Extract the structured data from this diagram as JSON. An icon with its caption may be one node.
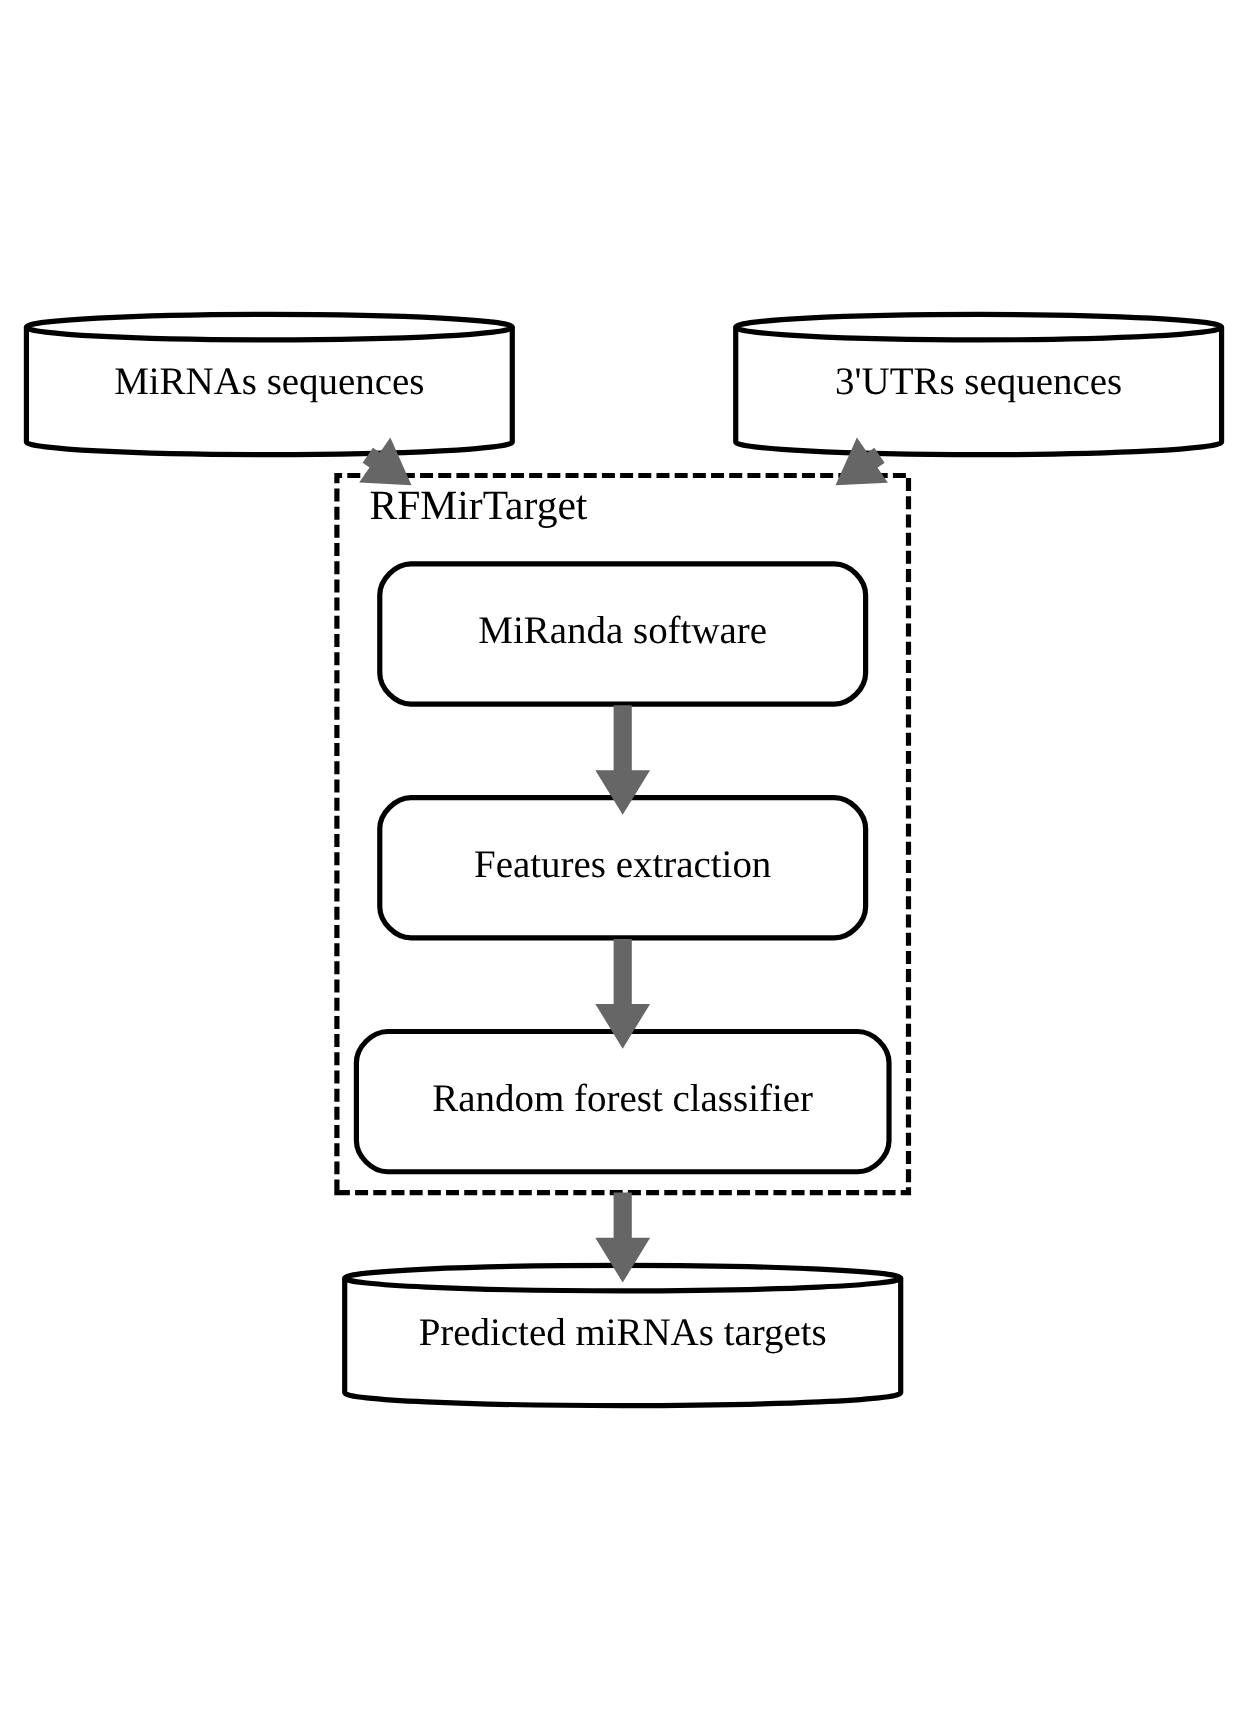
{
  "diagram": {
    "nodes": [
      {
        "text": [
          "MiRNAs sequences"
        ]
      },
      {
        "text": [
          "3'UTRs sequences"
        ]
      },
      {
        "text": [
          "RFMirTarget"
        ]
      },
      {
        "text": [
          "MiRanda software"
        ],
        "in": 2
      },
      {
        "text": [
          "Features extraction"
        ],
        "in": 2
      },
      {
        "text": [
          "Random forest classifier"
        ],
        "in": 2
      },
      {
        "text": [
          "Predicted miRNAs targets"
        ]
      }
    ],
    "edges": [
      {
        "from": 0,
        "to": 2,
        "arrow": "to"
      },
      {
        "from": 1,
        "to": 2,
        "arrow": "to"
      },
      {
        "from": 3,
        "to": 4,
        "arrow": "to"
      },
      {
        "from": 4,
        "to": 5,
        "arrow": "to"
      },
      {
        "from": 2,
        "to": 6,
        "arrow": "to"
      }
    ]
  }
}
